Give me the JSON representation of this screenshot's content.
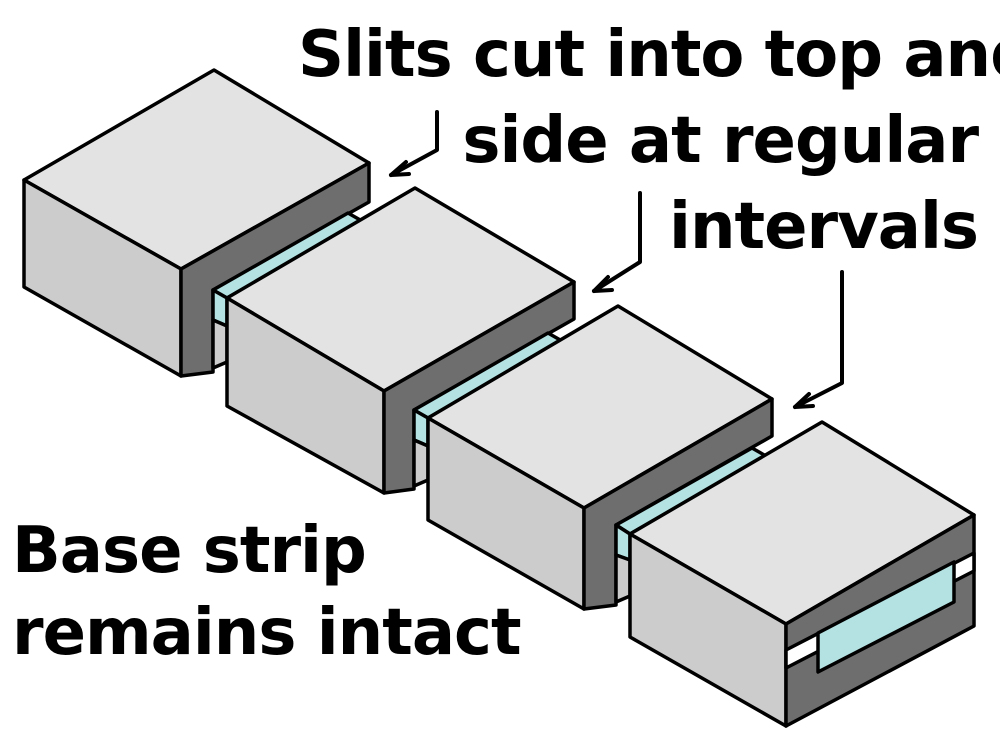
{
  "annotations": {
    "top": {
      "lines": [
        "Slits cut into top and",
        "side at regular",
        "intervals"
      ]
    },
    "bottom": {
      "lines": [
        "Base strip",
        "remains intact"
      ]
    }
  },
  "colors": {
    "top_face": "#e3e3e3",
    "front_face": "#cccccc",
    "side_face": "#6e6e6e",
    "base_strip": "#b4e1e1",
    "outline": "#000000",
    "background": "#ffffff"
  }
}
